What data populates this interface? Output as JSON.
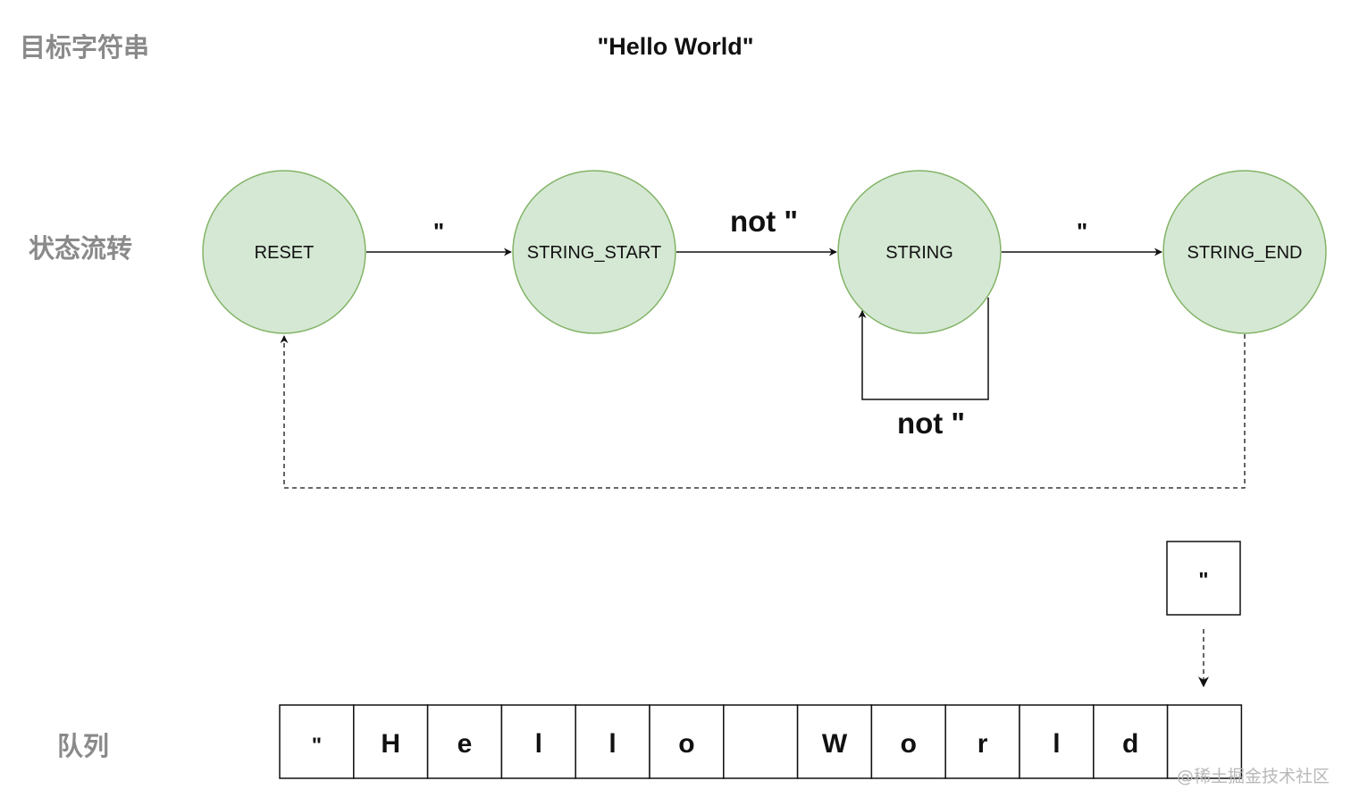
{
  "labels": {
    "target_string": "目标字符串",
    "state_flow": "状态流转",
    "queue": "队列"
  },
  "title": "\"Hello World\"",
  "states": {
    "reset": "RESET",
    "string_start": "STRING_START",
    "string": "STRING",
    "string_end": "STRING_END"
  },
  "transitions": {
    "reset_to_start": "\"",
    "start_to_string": "not \"",
    "string_self_loop": "not \"",
    "string_to_end": "\""
  },
  "incoming_char": "\"",
  "queue_cells": [
    "\"",
    "H",
    "e",
    "l",
    "l",
    "o",
    "",
    "W",
    "o",
    "r",
    "l",
    "d",
    ""
  ],
  "watermark": "@稀土掘金技术社区",
  "colors": {
    "state_fill": "#d5e8d4",
    "state_stroke": "#82b366",
    "label_gray": "#8a8a8a"
  }
}
